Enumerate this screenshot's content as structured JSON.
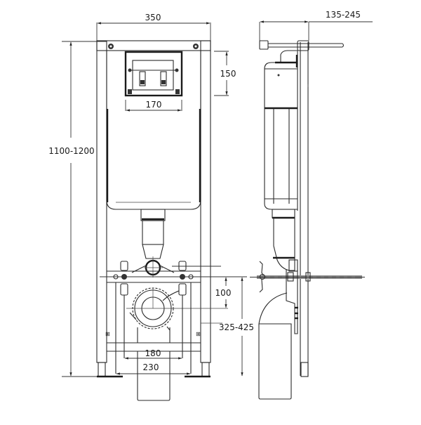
{
  "diagram": {
    "type": "technical-drawing",
    "subject": "wall-hung toilet installation frame with concealed cistern",
    "views": [
      {
        "name": "front-view"
      },
      {
        "name": "side-view"
      }
    ],
    "dimensions": {
      "frame_width": "350",
      "frame_height": "1100-1200",
      "flush_plate_height": "150",
      "flush_plate_width": "170",
      "drain_offset": "100",
      "drain_height": "325-425",
      "bolt_spacing_inner": "180",
      "bolt_spacing_outer": "230",
      "wall_depth": "135-245"
    },
    "colors": {
      "line": "#2a2a2a",
      "background": "#ffffff"
    }
  }
}
